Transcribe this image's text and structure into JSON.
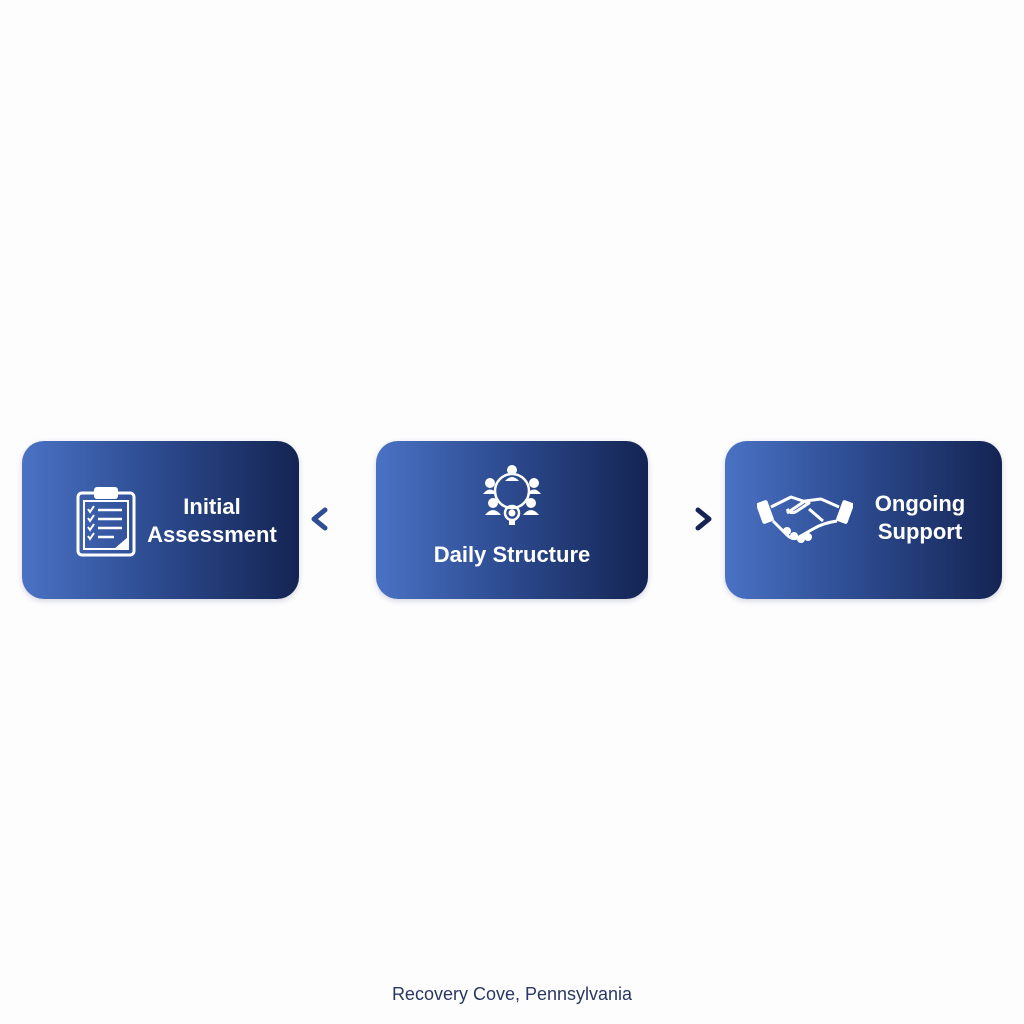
{
  "steps": [
    {
      "line1": "Initial",
      "line2": "Assessment",
      "icon": "clipboard-checklist-icon"
    },
    {
      "line1": "Daily Structure",
      "icon": "group-circle-icon"
    },
    {
      "line1": "Ongoing",
      "line2": "Support",
      "icon": "handshake-icon"
    }
  ],
  "arrows": [
    {
      "direction": "left",
      "icon": "arrow-left-icon"
    },
    {
      "direction": "right",
      "icon": "arrow-right-icon"
    }
  ],
  "footer": {
    "caption": "Recovery Cove, Pennsylvania"
  },
  "colors": {
    "box_gradient_start": "#4a72c4",
    "box_gradient_end": "#142453",
    "arrow": "#142453",
    "caption": "#2a3760"
  }
}
